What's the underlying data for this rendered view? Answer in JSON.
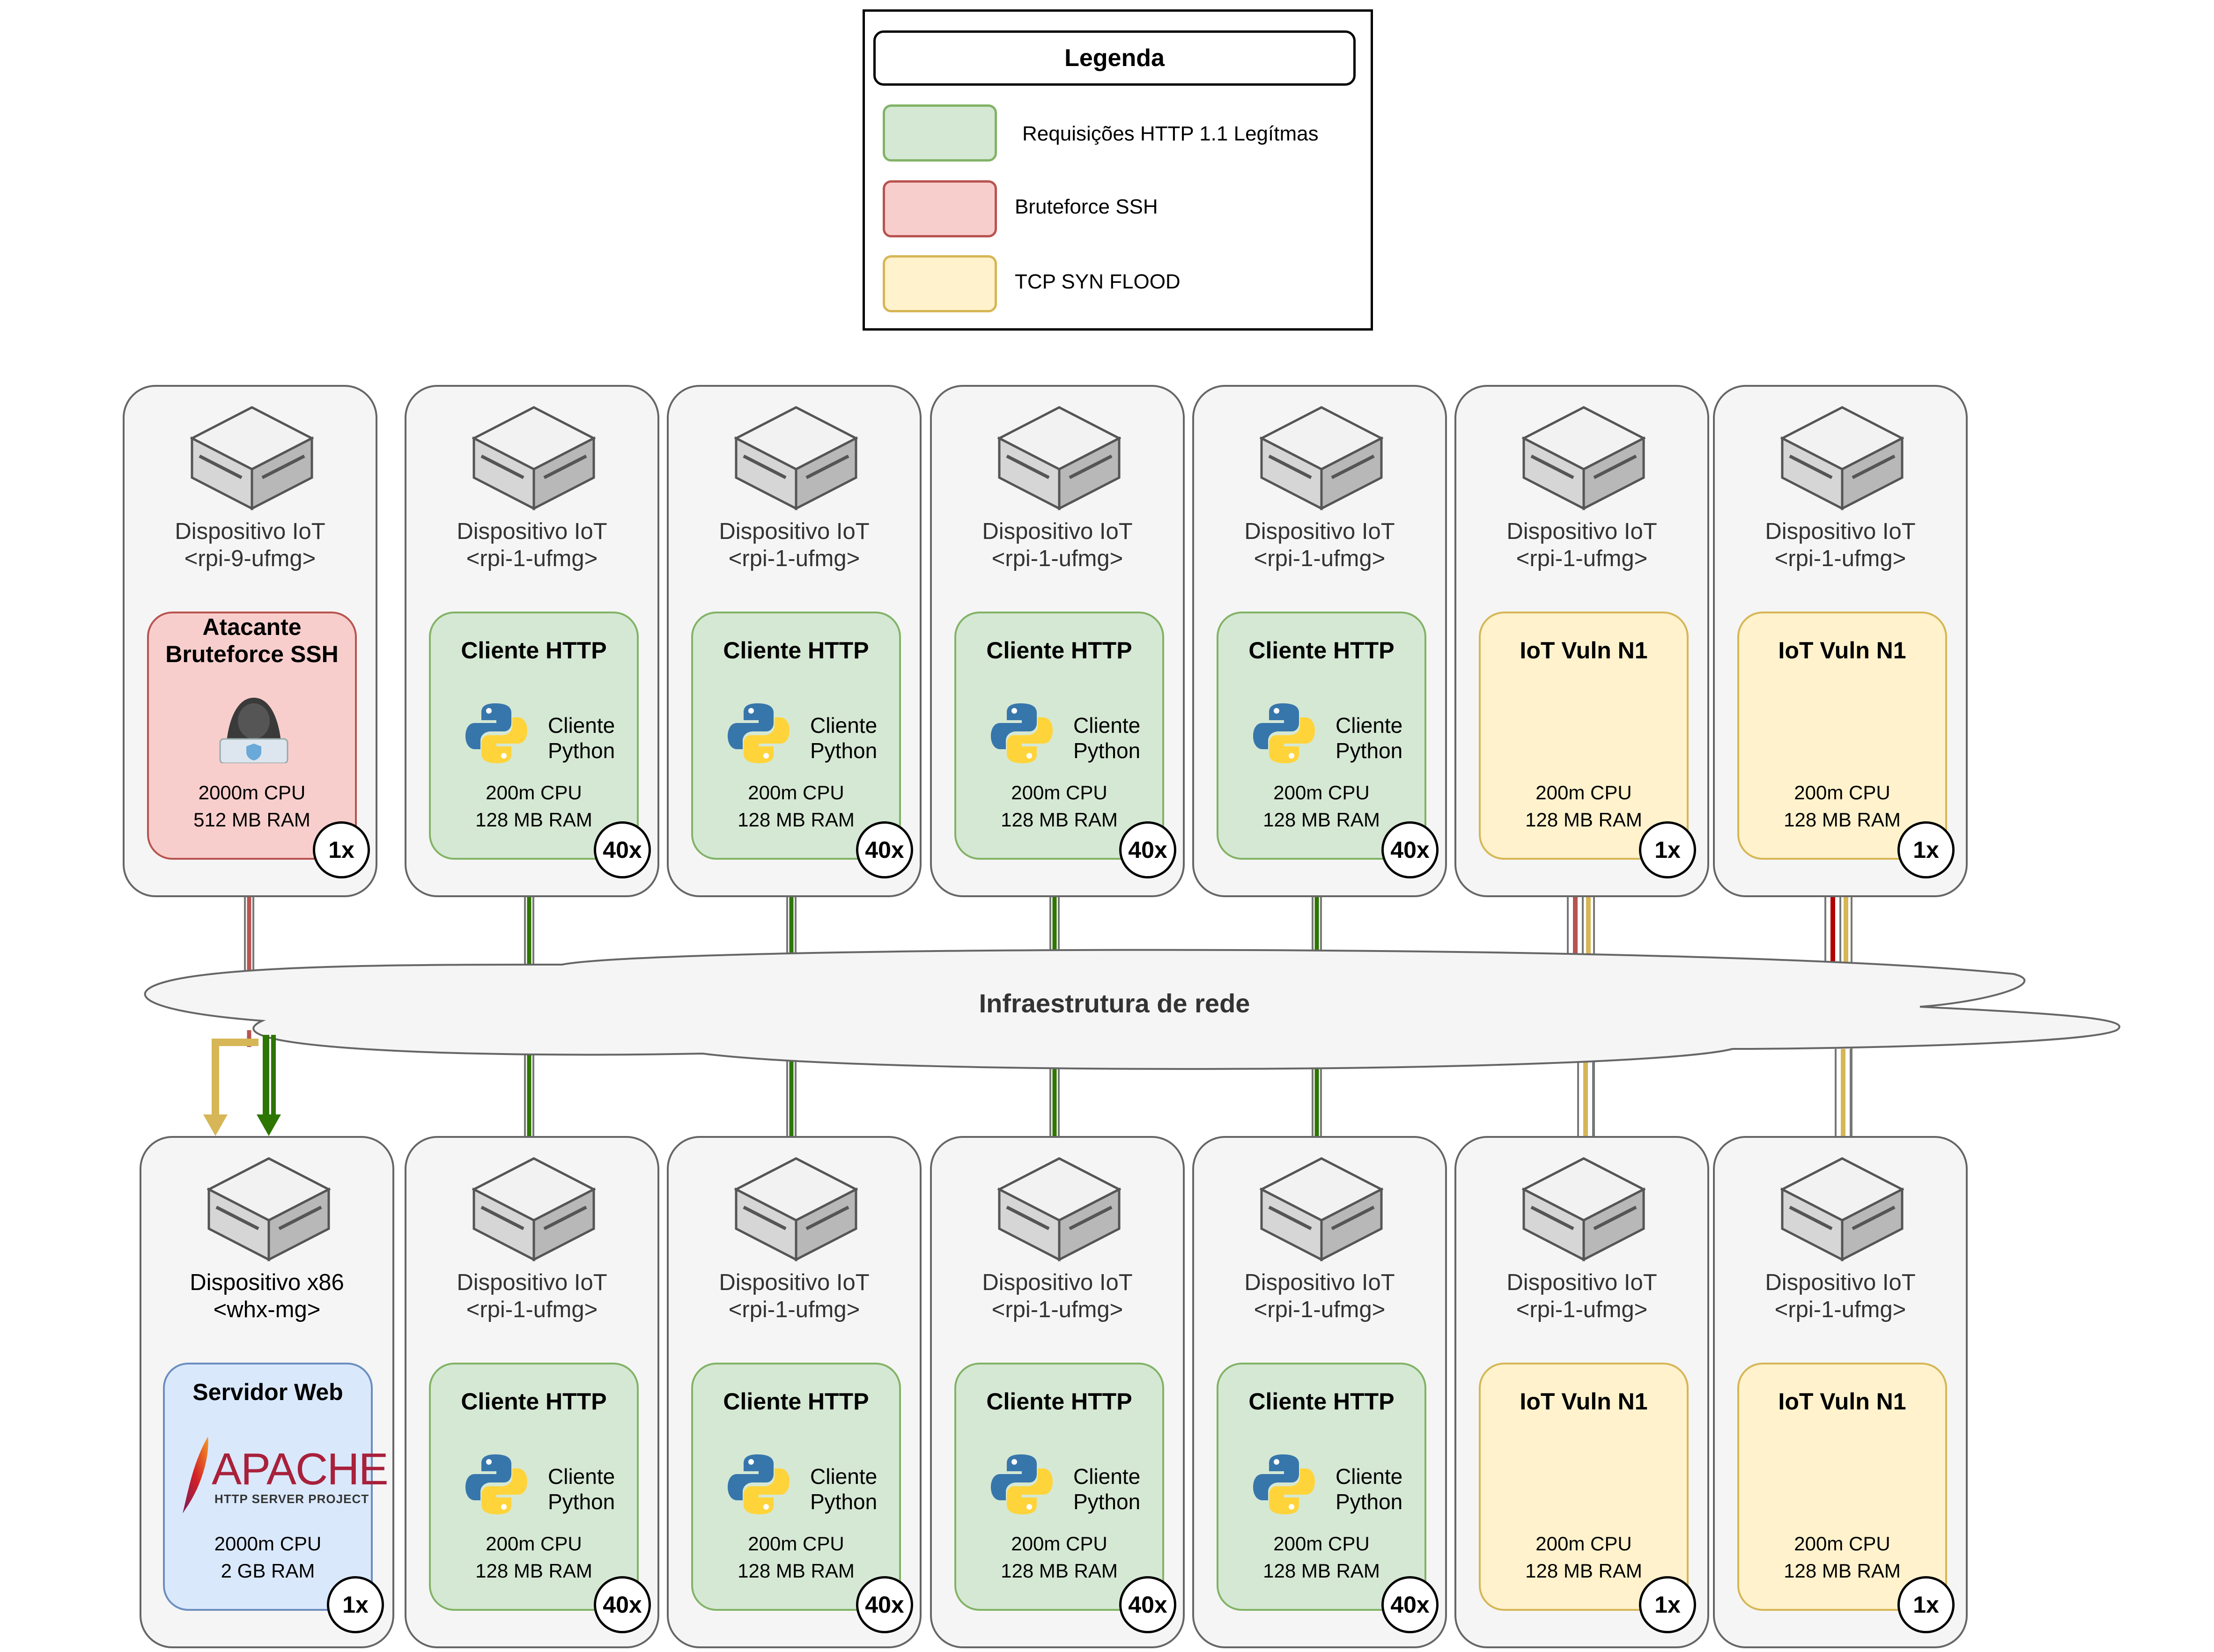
{
  "legend": {
    "title": "Legenda",
    "items": [
      {
        "label": "Requisições HTTP 1.1 Legítmas",
        "fill": "#d5e8d4",
        "stroke": "#82b366"
      },
      {
        "label": "Bruteforce SSH",
        "fill": "#f8cecc",
        "stroke": "#b85450"
      },
      {
        "label": "TCP SYN FLOOD",
        "fill": "#fff2cc",
        "stroke": "#d6b656"
      }
    ]
  },
  "network": {
    "label": "Infraestrutura de rede"
  },
  "top_row": [
    {
      "device": "Dispositivo IoT",
      "host": "<rpi-9-ufmg>",
      "title": "Atacante Bruteforce SSH",
      "cpu": "2000m CPU",
      "ram": "512 MB RAM",
      "count": "1x",
      "type": "attacker"
    },
    {
      "device": "Dispositivo IoT",
      "host": "<rpi-1-ufmg>",
      "title": "Cliente HTTP",
      "client": "Cliente Python",
      "cpu": "200m CPU",
      "ram": "128 MB RAM",
      "count": "40x",
      "type": "client"
    },
    {
      "device": "Dispositivo IoT",
      "host": "<rpi-1-ufmg>",
      "title": "Cliente HTTP",
      "client": "Cliente Python",
      "cpu": "200m CPU",
      "ram": "128 MB RAM",
      "count": "40x",
      "type": "client"
    },
    {
      "device": "Dispositivo IoT",
      "host": "<rpi-1-ufmg>",
      "title": "Cliente HTTP",
      "client": "Cliente Python",
      "cpu": "200m CPU",
      "ram": "128 MB RAM",
      "count": "40x",
      "type": "client"
    },
    {
      "device": "Dispositivo IoT",
      "host": "<rpi-1-ufmg>",
      "title": "Cliente HTTP",
      "client": "Cliente Python",
      "cpu": "200m CPU",
      "ram": "128 MB RAM",
      "count": "40x",
      "type": "client"
    },
    {
      "device": "Dispositivo IoT",
      "host": "<rpi-1-ufmg>",
      "title": "IoT Vuln N1",
      "cpu": "200m CPU",
      "ram": "128 MB RAM",
      "count": "1x",
      "type": "vuln"
    },
    {
      "device": "Dispositivo IoT",
      "host": "<rpi-1-ufmg>",
      "title": "IoT Vuln N1",
      "cpu": "200m CPU",
      "ram": "128 MB RAM",
      "count": "1x",
      "type": "vuln"
    }
  ],
  "bottom_row": [
    {
      "device": "Dispositivo x86",
      "host": "<whx-mg>",
      "title": "Servidor Web",
      "logo": "APACHE",
      "logo_sub": "HTTP SERVER PROJECT",
      "cpu": "2000m CPU",
      "ram": "2 GB RAM",
      "count": "1x",
      "type": "server"
    },
    {
      "device": "Dispositivo IoT",
      "host": "<rpi-1-ufmg>",
      "title": "Cliente HTTP",
      "client": "Cliente Python",
      "cpu": "200m CPU",
      "ram": "128 MB RAM",
      "count": "40x",
      "type": "client"
    },
    {
      "device": "Dispositivo IoT",
      "host": "<rpi-1-ufmg>",
      "title": "Cliente HTTP",
      "client": "Cliente Python",
      "cpu": "200m CPU",
      "ram": "128 MB RAM",
      "count": "40x",
      "type": "client"
    },
    {
      "device": "Dispositivo IoT",
      "host": "<rpi-1-ufmg>",
      "title": "Cliente HTTP",
      "client": "Cliente Python",
      "cpu": "200m CPU",
      "ram": "128 MB RAM",
      "count": "40x",
      "type": "client"
    },
    {
      "device": "Dispositivo IoT",
      "host": "<rpi-1-ufmg>",
      "title": "Cliente HTTP",
      "client": "Cliente Python",
      "cpu": "200m CPU",
      "ram": "128 MB RAM",
      "count": "40x",
      "type": "client"
    },
    {
      "device": "Dispositivo IoT",
      "host": "<rpi-1-ufmg>",
      "title": "IoT Vuln N1",
      "cpu": "200m CPU",
      "ram": "128 MB RAM",
      "count": "1x",
      "type": "vuln"
    },
    {
      "device": "Dispositivo IoT",
      "host": "<rpi-1-ufmg>",
      "title": "IoT Vuln N1",
      "cpu": "200m CPU",
      "ram": "128 MB RAM",
      "count": "1x",
      "type": "vuln"
    }
  ],
  "colors": {
    "http": "#2d7600",
    "ssh": "#b85450",
    "ssh_strong": "#b20000",
    "syn": "#d6b656",
    "node_fill": "#f5f5f5",
    "node_stroke": "#666666"
  },
  "icons": [
    "server-box-icon",
    "python-logo-icon",
    "hacker-icon",
    "apache-feather-icon"
  ]
}
